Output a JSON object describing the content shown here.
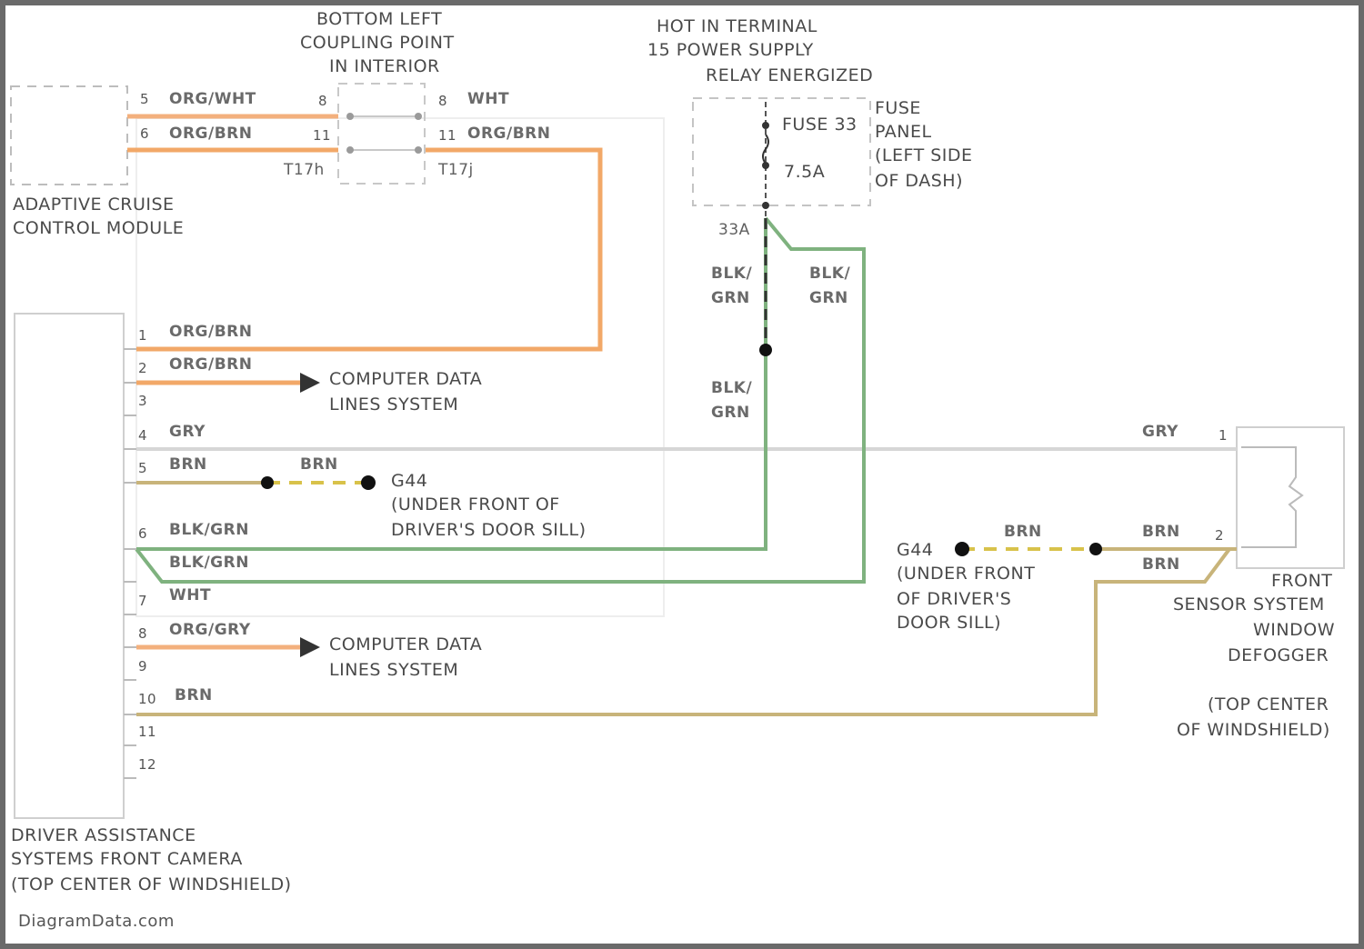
{
  "colors": {
    "org_wht": "#f3b07d",
    "org_brn": "#f2a868",
    "gry": "#d2d2d2",
    "brn": "#c8b47a",
    "blk_grn": "#7fb27f",
    "brn_dash": "#d8c24a",
    "frame": "#6a6a6a",
    "text": "#4a4a4a"
  },
  "coupling": {
    "title": [
      "BOTTOM LEFT",
      "COUPLING POINT",
      "IN INTERIOR"
    ],
    "pins": {
      "p8_left": "8",
      "p11_left": "11",
      "p8_right": "8",
      "p11_right": "11"
    },
    "connectors": {
      "left": "T17h",
      "right": "T17j"
    },
    "wire_right_8": "WHT",
    "wire_right_11": "ORG/BRN"
  },
  "acc_module": {
    "name": [
      "ADAPTIVE CRUISE",
      "CONTROL MODULE"
    ],
    "pins": [
      "5",
      "6"
    ],
    "wires": [
      "ORG/WHT",
      "ORG/BRN"
    ]
  },
  "power": {
    "title": [
      "HOT IN TERMINAL",
      "15 POWER SUPPLY",
      "RELAY ENERGIZED"
    ],
    "fuse": "FUSE 33",
    "rating": "7.5A",
    "panel": [
      "FUSE",
      "PANEL",
      "(LEFT SIDE",
      "OF DASH)"
    ],
    "terminal": "33A",
    "wires": [
      "BLK/\nGRN",
      "BLK/\nGRN",
      "BLK/\nGRN"
    ]
  },
  "camera": {
    "name": [
      "DRIVER ASSISTANCE",
      "SYSTEMS FRONT CAMERA",
      "(TOP CENTER OF WINDSHIELD)"
    ],
    "pins": [
      "1",
      "2",
      "3",
      "4",
      "5",
      "6",
      "7",
      "8",
      "9",
      "10",
      "11",
      "12"
    ],
    "wires": {
      "p1": "ORG/BRN",
      "p2": "ORG/BRN",
      "p4": "GRY",
      "p5": "BRN",
      "p6a": "BLK/GRN",
      "p6b": "BLK/GRN",
      "p7": "WHT",
      "p8": "ORG/GRY",
      "p10": "BRN"
    }
  },
  "computer_data": [
    "COMPUTER DATA",
    "LINES SYSTEM"
  ],
  "ground_left": {
    "wire": "BRN",
    "name": "G44",
    "location": [
      "(UNDER FRONT OF",
      "DRIVER'S DOOR SILL)"
    ]
  },
  "ground_right": {
    "name": "G44",
    "location": [
      "(UNDER FRONT",
      "OF DRIVER'S",
      "DOOR SILL)"
    ],
    "wires": [
      "BRN",
      "BRN",
      "BRN"
    ]
  },
  "defogger": {
    "wire_in": "GRY",
    "pins": [
      "1",
      "2"
    ],
    "name": [
      "FRONT",
      "SENSOR SYSTEM",
      "WINDOW",
      "DEFOGGER"
    ],
    "location": [
      "(TOP CENTER",
      "OF WINDSHIELD)"
    ]
  },
  "watermark": "DiagramData.com"
}
